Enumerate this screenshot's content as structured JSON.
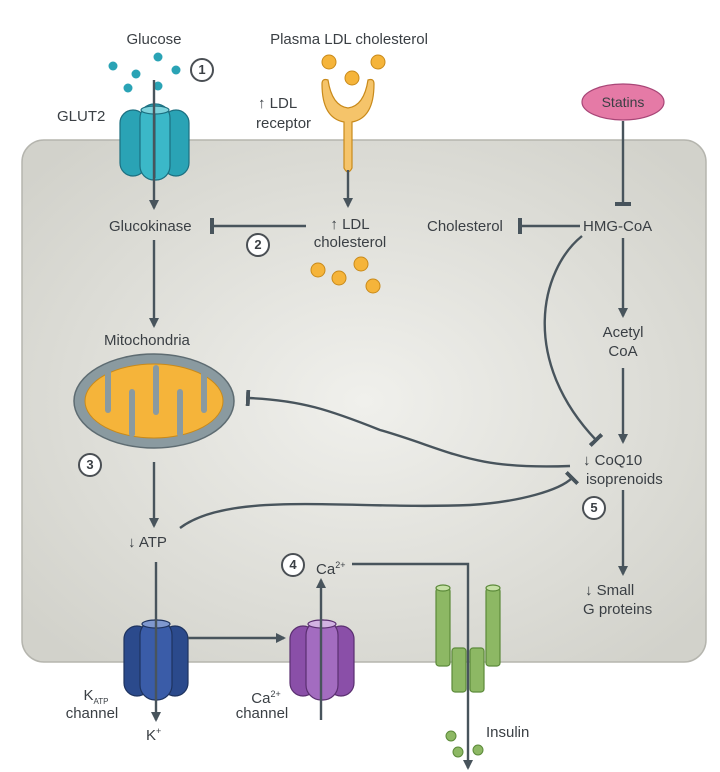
{
  "labels": {
    "glucose": "Glucose",
    "glut2": "GLUT2",
    "plasma_ldl": "Plasma LDL cholesterol",
    "ldl_receptor_arrow": "↑ LDL",
    "ldl_receptor_word": "receptor",
    "statins": "Statins",
    "glucokinase": "Glucokinase",
    "ldl_chol_arrow": "↑ LDL",
    "ldl_chol_word": "cholesterol",
    "cholesterol": "Cholesterol",
    "hmg_coa": "HMG-CoA",
    "mitochondria": "Mitochondria",
    "acetyl": "Acetyl",
    "coa": "CoA",
    "coq10": "↓ CoQ10",
    "isoprenoids": "isoprenoids",
    "atp": "↓ ATP",
    "ca": "Ca",
    "ca_charge": "2+",
    "small": "↓ Small",
    "g_proteins": "G proteins",
    "katp_k": "K",
    "katp_sub": "ATP",
    "katp_channel": "channel",
    "k_plus": "K",
    "k_plus_charge": "+",
    "ca_channel_ca": "Ca",
    "ca_channel_charge": "2+",
    "ca_channel_word": "channel",
    "insulin": "Insulin"
  },
  "steps": [
    "1",
    "2",
    "3",
    "4",
    "5"
  ],
  "colors": {
    "cell_fill": "#dcdcd6",
    "glut2": "#2aa3b5",
    "ldl_particle": "#f5b43a",
    "statins": "#e57aa6",
    "mitochondria_outer": "#8a9aa0",
    "mitochondria_inner": "#f5b43a",
    "katp_channel": "#2b4a8c",
    "ca_channel": "#8a4fa8",
    "insulin": "#8db864",
    "arrow": "#48545c"
  }
}
